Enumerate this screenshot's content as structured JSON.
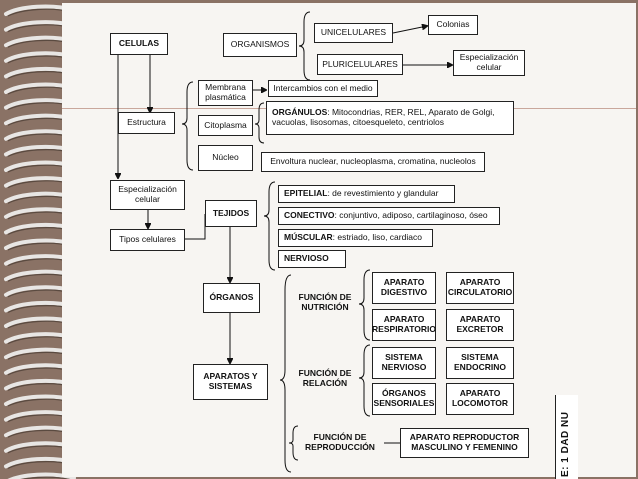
{
  "nodes": {
    "celulas": "CELULAS",
    "organismos": "ORGANISMOS",
    "unicelulares": "UNICELULARES",
    "colonias": "Colonias",
    "pluricelulares": "PLURICELULARES",
    "especializacion_celular_top": "Especialización celular",
    "membrana": "Membrana plasmática",
    "intercambios": "Intercambios con el medio",
    "estructura": "Estructura",
    "citoplasma": "Citoplasma",
    "organulos_label": "ORGÁNULOS",
    "organulos_text": ": Mitocondrias, RER, REL, Aparato de Golgi, vacuolas, lisosomas, citoesqueleto, centriolos",
    "nucleo": "Núcleo",
    "envoltura": "Envoltura nuclear, nucleoplasma, cromatina, nucleolos",
    "especializacion_celular": "Especialización celular",
    "tipos_celulares": "Tipos celulares",
    "tejidos": "TEJIDOS",
    "epitelial_label": "EPITELIAL",
    "epitelial_text": ": de revestimiento y glandular",
    "conectivo_label": "CONECTIVO",
    "conectivo_text": ": conjuntivo, adiposo, cartilaginoso, óseo",
    "muscular_label": "MÚSCULAR",
    "muscular_text": ": estriado, liso, cardiaco",
    "nervioso": "NERVIOSO",
    "organos": "ÓRGANOS",
    "aparatos_sistemas": "APARATOS Y SISTEMAS",
    "funcion_nutricion": "FUNCIÓN DE NUTRICIÓN",
    "funcion_relacion": "FUNCIÓN DE RELACIÓN",
    "funcion_reproduccion": "FUNCIÓN DE REPRODUCCIÓN",
    "aparato_digestivo": "APARATO DIGESTIVO",
    "aparato_circulatorio": "APARATO CIRCULATORIO",
    "aparato_respiratorio": "APARATO RESPIRATORIO",
    "aparato_excretor": "APARATO EXCRETOR",
    "sistema_nervioso": "SISTEMA NERVIOSO",
    "sistema_endocrino": "SISTEMA ENDOCRINO",
    "organos_sensoriales": "ÓRGANOS SENSORIALES",
    "aparato_locomotor": "APARATO LOCOMOTOR",
    "aparato_reproductor": "APARATO REPRODUCTOR MASCULINO Y FEMENINO"
  },
  "side_label": "E: 1 DAD NU"
}
